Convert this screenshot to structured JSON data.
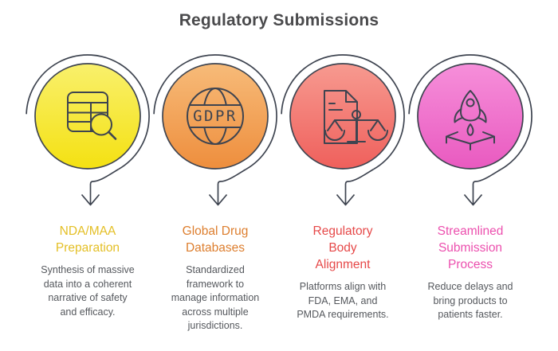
{
  "title": "Regulatory Submissions",
  "colors": {
    "stroke": "#3e4450",
    "title_text": "#4a4a4c",
    "body_text": "#55585d",
    "background": "#ffffff"
  },
  "items": [
    {
      "heading": "NDA/MAA\nPreparation",
      "description": "Synthesis of massive\ndata into a coherent\nnarrative of safety\nand efficacy.",
      "icon": "table-search-icon",
      "accent": "#e4bf25",
      "gradient_top": "#f9f06c",
      "gradient_bottom": "#f4e112"
    },
    {
      "heading": "Global Drug\nDatabases",
      "description": "Standardized\nframework to\nmanage information\nacross multiple\njurisdictions.",
      "icon": "globe-gdpr-icon",
      "icon_text": "GDPR",
      "accent": "#dd7e2e",
      "gradient_top": "#f7bb79",
      "gradient_bottom": "#ee8e3d"
    },
    {
      "heading": "Regulatory\nBody\nAlignment",
      "description": "Platforms align with\nFDA, EMA, and\nPMDA requirements.",
      "icon": "document-scales-icon",
      "accent": "#e64848",
      "gradient_top": "#f79a90",
      "gradient_bottom": "#ef605c"
    },
    {
      "heading": "Streamlined\nSubmission\nProcess",
      "description": "Reduce delays and\nbring products to\npatients faster.",
      "icon": "rocket-launch-icon",
      "accent": "#ec4fae",
      "gradient_top": "#f68fda",
      "gradient_bottom": "#e95ac0"
    }
  ]
}
